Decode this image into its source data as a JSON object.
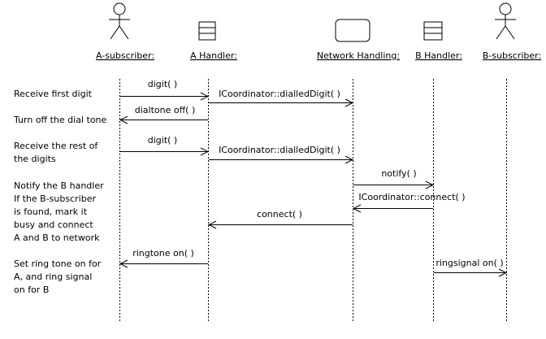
{
  "participants": [
    {
      "id": "a-subscriber",
      "label": "A-subscriber:",
      "kind": "actor"
    },
    {
      "id": "a-handler",
      "label": "A Handler:",
      "kind": "class"
    },
    {
      "id": "network-handling",
      "label": "Network Handling:",
      "kind": "object"
    },
    {
      "id": "b-handler",
      "label": "B Handler:",
      "kind": "class"
    },
    {
      "id": "b-subscriber",
      "label": "B-subscriber:",
      "kind": "actor"
    }
  ],
  "notes": [
    {
      "lines": [
        "Receive first digit"
      ]
    },
    {
      "lines": [
        "Turn off the dial tone"
      ]
    },
    {
      "lines": [
        "Receive the rest of",
        "the digits"
      ]
    },
    {
      "lines": [
        "Notify the B handler",
        "If the B-subscriber",
        "is found, mark it",
        "busy and connect",
        "A and B to network"
      ]
    },
    {
      "lines": [
        "Set ring tone on for",
        "A, and ring signal",
        "on for B"
      ]
    }
  ],
  "messages": [
    {
      "from": "a-subscriber",
      "to": "a-handler",
      "label": "digit( )"
    },
    {
      "from": "a-handler",
      "to": "network-handling",
      "label": "ICoordinator::dialledDigit( )"
    },
    {
      "from": "a-handler",
      "to": "a-subscriber",
      "label": "dialtone off( )"
    },
    {
      "from": "a-subscriber",
      "to": "a-handler",
      "label": "digit( )"
    },
    {
      "from": "a-handler",
      "to": "network-handling",
      "label": "ICoordinator::dialledDigit( )"
    },
    {
      "from": "network-handling",
      "to": "b-handler",
      "label": "notify( )"
    },
    {
      "from": "b-handler",
      "to": "network-handling",
      "label": "ICoordinator::connect( )"
    },
    {
      "from": "network-handling",
      "to": "a-handler",
      "label": "connect( )"
    },
    {
      "from": "a-handler",
      "to": "a-subscriber",
      "label": "ringtone on( )"
    },
    {
      "from": "b-handler",
      "to": "b-subscriber",
      "label": "ringsignal on( )"
    }
  ]
}
